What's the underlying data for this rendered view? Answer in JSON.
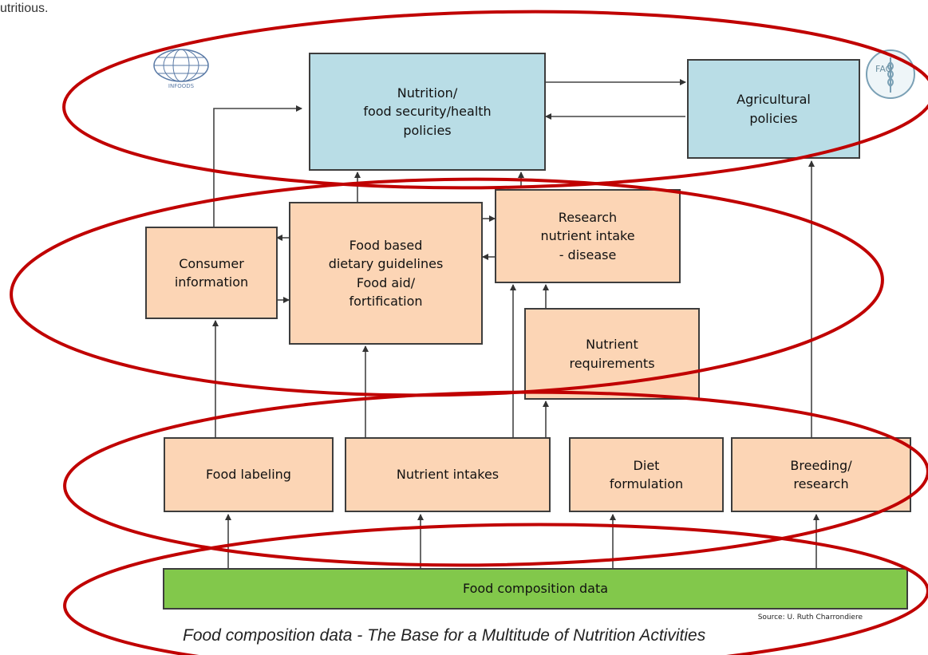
{
  "header": {
    "fragment": "utritious."
  },
  "boxes": {
    "nutrition_policies": "Nutrition/\nfood security/health\npolicies",
    "agricultural_policies": "Agricultural\npolicies",
    "consumer_information": "Consumer\ninformation",
    "food_based_guidelines": "Food based\ndietary guidelines\nFood aid/\nfortification",
    "research": "Research\nnutrient intake\n- disease",
    "nutrient_requirements": "Nutrient\nrequirements",
    "food_labeling": "Food labeling",
    "nutrient_intakes": "Nutrient intakes",
    "diet_formulation": "Diet\nformulation",
    "breeding_research": "Breeding/\nresearch",
    "food_composition": "Food composition data"
  },
  "source": "Source: U. Ruth Charrondiere",
  "caption": "Food composition data - The Base for a Multitude of Nutrition Activities",
  "logos": {
    "left": "INFOODS",
    "right": "FAO"
  },
  "colors": {
    "policy_box": "#b9dde6",
    "activity_box": "#fcd5b5",
    "data_box": "#82c84b",
    "oval": "#c00000"
  }
}
